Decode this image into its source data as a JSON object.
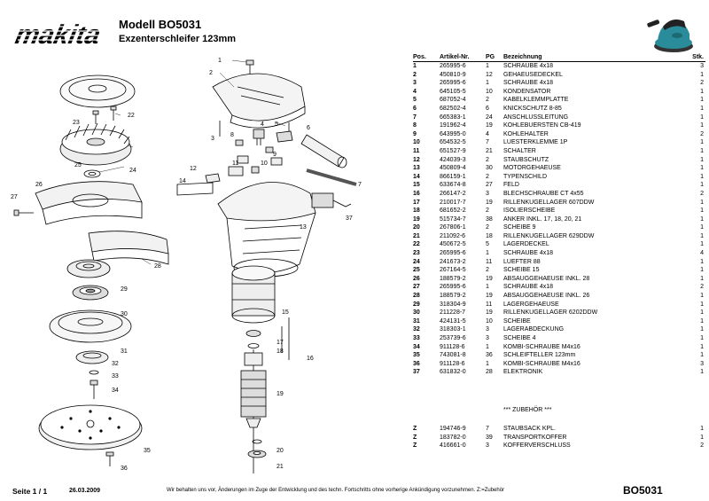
{
  "header": {
    "brand": "makita",
    "model_line": "Modell  BO5031",
    "subtitle": "Exzenterschleifer 123mm"
  },
  "table": {
    "columns": [
      "Pos.",
      "Artikel-Nr.",
      "PG",
      "Bezeichnung",
      "Stk."
    ],
    "rows": [
      [
        "1",
        "265995-6",
        "1",
        "SCHRAUBE 4x18",
        "3"
      ],
      [
        "2",
        "450810-9",
        "12",
        "GEHAEUSEDECKEL",
        "1"
      ],
      [
        "3",
        "265995-6",
        "1",
        "SCHRAUBE 4x18",
        "2"
      ],
      [
        "4",
        "645105-5",
        "10",
        "KONDENSATOR",
        "1"
      ],
      [
        "5",
        "687052-4",
        "2",
        "KABELKLEMMPLATTE",
        "1"
      ],
      [
        "6",
        "682502-4",
        "6",
        "KNICKSCHUTZ 8-85",
        "1"
      ],
      [
        "7",
        "665383-1",
        "24",
        "ANSCHLUSSLEITUNG",
        "1"
      ],
      [
        "8",
        "191962-4",
        "19",
        "KOHLEBUERSTEN CB-419",
        "1"
      ],
      [
        "9",
        "643995-0",
        "4",
        "KOHLEHALTER",
        "2"
      ],
      [
        "10",
        "654532-5",
        "7",
        "LUESTERKLEMME 1P",
        "1"
      ],
      [
        "11",
        "651527-9",
        "21",
        "SCHALTER",
        "1"
      ],
      [
        "12",
        "424039-3",
        "2",
        "STAUBSCHUTZ",
        "1"
      ],
      [
        "13",
        "450809-4",
        "30",
        "MOTORGEHAEUSE",
        "1"
      ],
      [
        "14",
        "866159-1",
        "2",
        "TYPENSCHILD",
        "1"
      ],
      [
        "15",
        "633674-8",
        "27",
        "FELD",
        "1"
      ],
      [
        "16",
        "266147-2",
        "3",
        "BLECHSCHRAUBE CT 4x55",
        "2"
      ],
      [
        "17",
        "210017-7",
        "19",
        "RILLENKUGELLAGER 607DDW",
        "1"
      ],
      [
        "18",
        "681652-2",
        "2",
        "ISOLIERSCHEIBE",
        "1"
      ],
      [
        "19",
        "515734-7",
        "38",
        "ANKER INKL. 17, 18, 20, 21",
        "1"
      ],
      [
        "20",
        "267806-1",
        "2",
        "SCHEIBE 9",
        "1"
      ],
      [
        "21",
        "211092-6",
        "18",
        "RILLENKUGELLAGER 629DDW",
        "1"
      ],
      [
        "22",
        "450672-5",
        "5",
        "LAGERDECKEL",
        "1"
      ],
      [
        "23",
        "265995-6",
        "1",
        "SCHRAUBE 4x18",
        "4"
      ],
      [
        "24",
        "241673-2",
        "11",
        "LUEFTER 88",
        "1"
      ],
      [
        "25",
        "267164-5",
        "2",
        "SCHEIBE 15",
        "1"
      ],
      [
        "26",
        "188579-2",
        "19",
        "ABSAUGGEHAEUSE INKL. 28",
        "1"
      ],
      [
        "27",
        "265995-6",
        "1",
        "SCHRAUBE 4x18",
        "2"
      ],
      [
        "28",
        "188579-2",
        "19",
        "ABSAUGGEHAEUSE INKL. 26",
        "1"
      ],
      [
        "29",
        "318304-9",
        "11",
        "LAGERGEHAEUSE",
        "1"
      ],
      [
        "30",
        "211228-7",
        "19",
        "RILLENKUGELLAGER 6202DDW",
        "1"
      ],
      [
        "31",
        "424131-5",
        "10",
        "SCHEIBE",
        "1"
      ],
      [
        "32",
        "318303-1",
        "3",
        "LAGERABDECKUNG",
        "1"
      ],
      [
        "33",
        "253739-6",
        "3",
        "SCHEIBE 4",
        "1"
      ],
      [
        "34",
        "911128-6",
        "1",
        "KOMBI-SCHRAUBE M4x16",
        "1"
      ],
      [
        "35",
        "743081-8",
        "36",
        "SCHLEIFTELLER 123mm",
        "1"
      ],
      [
        "36",
        "911128-6",
        "1",
        "KOMBI-SCHRAUBE M4x16",
        "3"
      ],
      [
        "37",
        "631832-0",
        "28",
        "ELEKTRONIK",
        "1"
      ]
    ]
  },
  "accessories": {
    "heading": "*** ZUBEHÖR ***",
    "rows": [
      [
        "Z",
        "194746-9",
        "7",
        "STAUBSACK KPL.",
        "1"
      ],
      [
        "Z",
        "183782-0",
        "39",
        "TRANSPORTKOFFER",
        "1"
      ],
      [
        "Z",
        "416661-0",
        "3",
        "KOFFERVERSCHLUSS",
        "2"
      ]
    ]
  },
  "callouts": [
    "1",
    "2",
    "3",
    "4",
    "5",
    "6",
    "7",
    "8",
    "9",
    "10",
    "11",
    "12",
    "13",
    "14",
    "15",
    "16",
    "17",
    "18",
    "19",
    "20",
    "21",
    "22",
    "23",
    "24",
    "25",
    "26",
    "27",
    "28",
    "29",
    "30",
    "31",
    "32",
    "33",
    "34",
    "35",
    "36",
    "37"
  ],
  "footer": {
    "page": "Seite 1 / 1",
    "date": "26.03.2009",
    "note": "Wir behalten uns vor, Änderungen im Zuge der Entwicklung und des techn. Fortschritts ohne vorherige Ankündigung vorzunehmen. Z:=Zubehör",
    "model": "BO5031"
  },
  "colors": {
    "product_body": "#2a8c9a",
    "product_dark": "#222222"
  }
}
